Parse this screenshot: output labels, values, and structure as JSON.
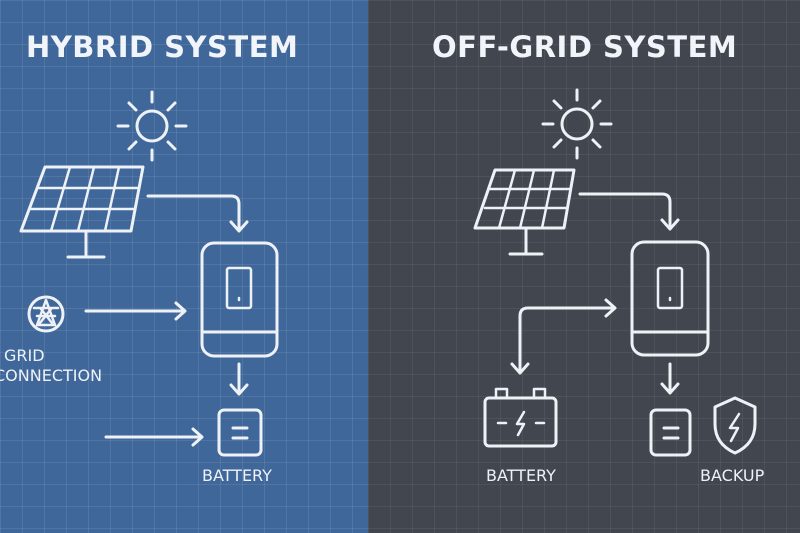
{
  "hybrid": {
    "title": "HYBRID SYSTEM",
    "grid_label_line1": "GRID",
    "grid_label_line2": "CONNECTION",
    "battery_label": "BATTERY"
  },
  "offgrid": {
    "title": "OFF-GRID SYSTEM",
    "battery_label": "BATTERY",
    "backup_label": "BACKUP"
  },
  "colors": {
    "hybrid_background": "#3f679a",
    "offgrid_background": "#42464f",
    "line": "#eef2f7"
  },
  "icons": [
    "sun-icon",
    "solar-panel-icon",
    "inverter-icon",
    "grid-tower-icon",
    "battery-icon",
    "shield-bolt-icon",
    "arrow-icon"
  ]
}
